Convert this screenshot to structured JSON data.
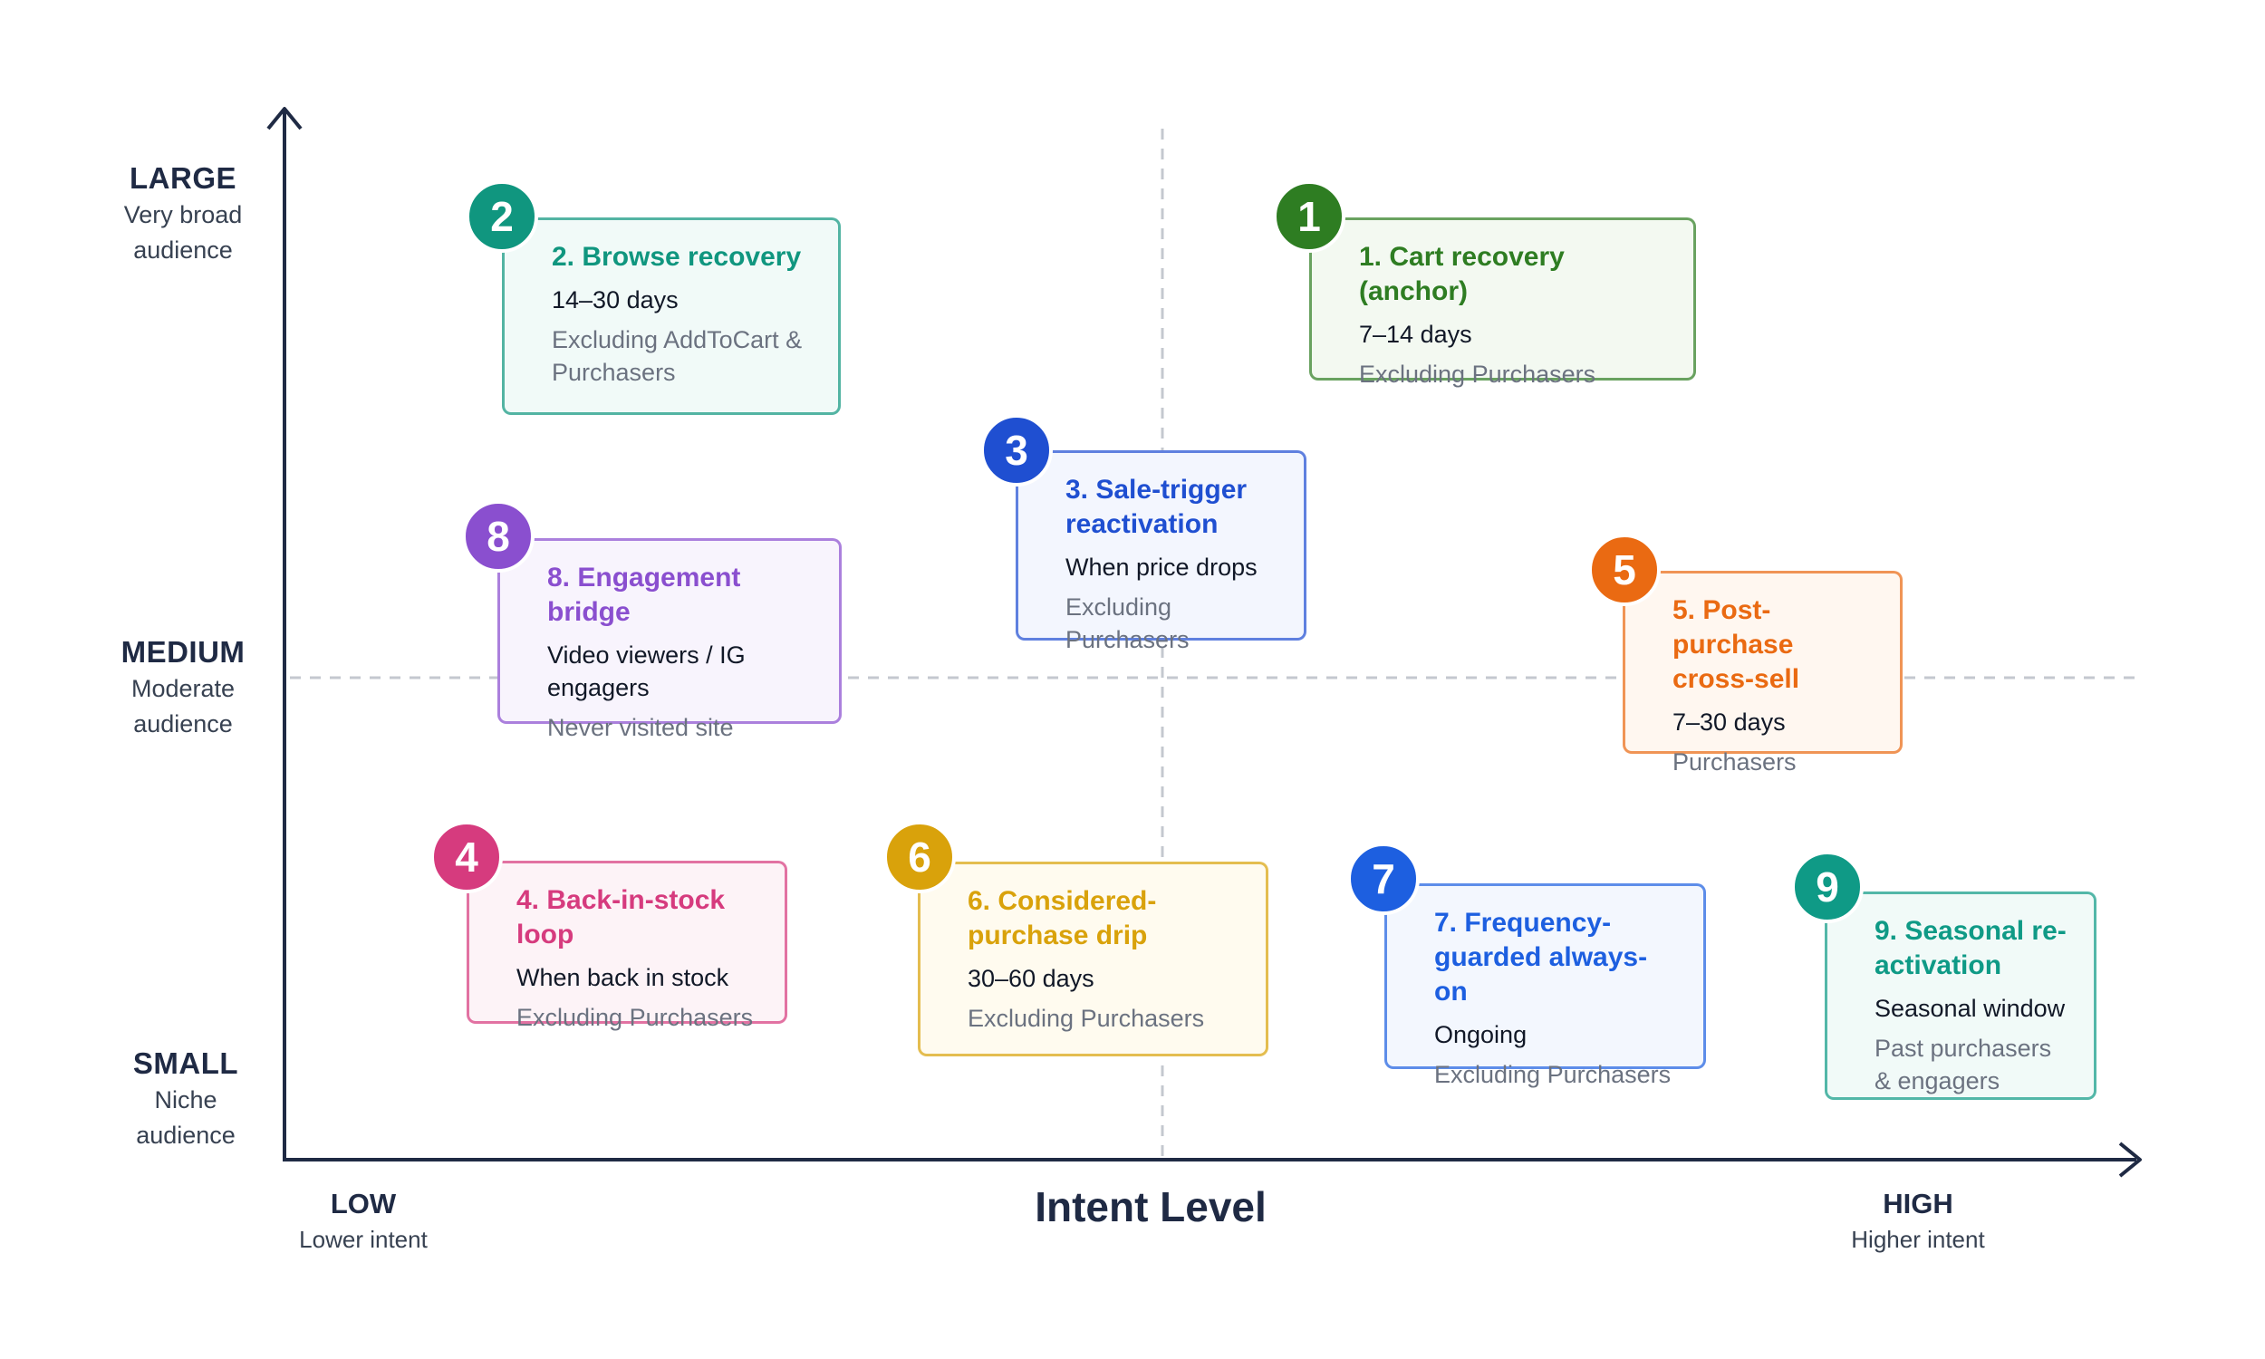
{
  "axes": {
    "y_levels": [
      {
        "level": "LARGE",
        "desc": [
          "Very broad",
          "audience"
        ]
      },
      {
        "level": "MEDIUM",
        "desc": [
          "Moderate",
          "audience"
        ]
      },
      {
        "level": "SMALL",
        "desc": [
          "Niche",
          "audience"
        ]
      }
    ],
    "x_low": {
      "level": "LOW",
      "desc": "Lower intent"
    },
    "x_high": {
      "level": "HIGH",
      "desc": "Higher intent"
    },
    "x_title": "Intent Level"
  },
  "cards": [
    {
      "number": "1",
      "title": "1. Cart recovery (anchor)",
      "line1": "7–14 days",
      "line2": "Excluding Purchasers",
      "color": "#2e7d22",
      "bg": "#f3f9f1"
    },
    {
      "number": "2",
      "title": "2. Browse recovery",
      "line1": "14–30 days",
      "line2": "Excluding AddToCart & Purchasers",
      "color": "#10967f",
      "bg": "#f1faf8"
    },
    {
      "number": "3",
      "title": "3. Sale-trigger reactivation",
      "line1": "When price drops",
      "line2": "Excluding Purchasers",
      "color": "#1f4fd1",
      "bg": "#f3f6fe"
    },
    {
      "number": "4",
      "title": "4. Back-in-stock loop",
      "line1": "When back in stock",
      "line2": "Excluding Purchasers",
      "color": "#d63b7e",
      "bg": "#fdf3f7"
    },
    {
      "number": "5",
      "title": "5. Post-purchase cross-sell",
      "line1": "7–30 days",
      "line2": "Purchasers",
      "color": "#ea6a12",
      "bg": "#fff7f0"
    },
    {
      "number": "6",
      "title": "6. Considered-purchase drip",
      "line1": "30–60 days",
      "line2": "Excluding Purchasers",
      "color": "#d9a20b",
      "bg": "#fffbef"
    },
    {
      "number": "7",
      "title": "7. Frequency-guarded always-on",
      "line1": "Ongoing",
      "line2": "Excluding Purchasers",
      "color": "#1d5fe0",
      "bg": "#f3f7fe"
    },
    {
      "number": "8",
      "title": "8. Engagement bridge",
      "line1": "Video viewers / IG engagers",
      "line2": "Never visited site",
      "color": "#8a4fcf",
      "bg": "#f8f4fd"
    },
    {
      "number": "9",
      "title": "9. Seasonal re-activation",
      "line1": "Seasonal window",
      "line2": "Past purchasers & engagers",
      "color": "#0f9a86",
      "bg": "#f1faf8"
    }
  ]
}
